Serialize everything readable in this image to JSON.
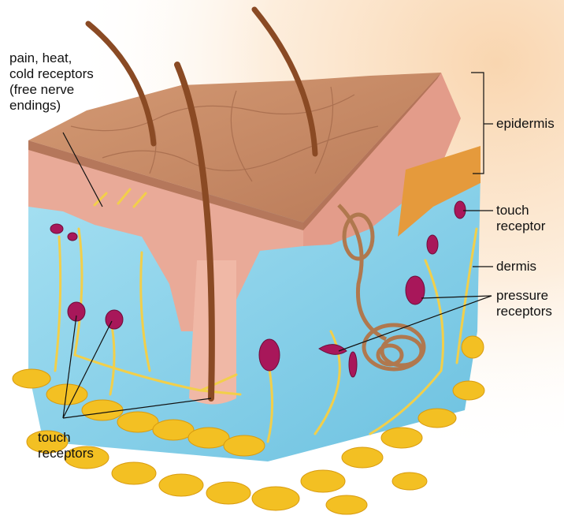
{
  "labels": {
    "free_nerve_endings": "pain, heat,\ncold receptors\n(free nerve\nendings)",
    "epidermis": "epidermis",
    "touch_receptor": "touch\nreceptor",
    "dermis": "dermis",
    "pressure_receptors": "pressure\nreceptors",
    "touch_receptors": "touch\nreceptors"
  },
  "colors": {
    "background_glow": "#fbe3c4",
    "skin_surface": "#c98c68",
    "epidermis_layer": "#e9aa98",
    "dermis": "#8fd2ea",
    "nerves": "#f2cf4a",
    "receptors": "#a8175a",
    "fat": "#f3c023",
    "hair": "#8a4a24",
    "leader_lines": "#111111"
  }
}
